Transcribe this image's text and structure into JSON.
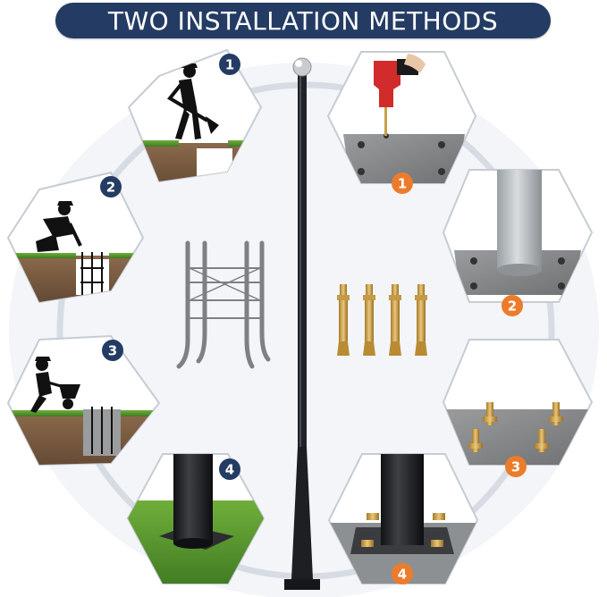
{
  "header": {
    "title": "TWO INSTALLATION METHODS"
  },
  "colors": {
    "navy": "#243c63",
    "orange": "#ec7c2b",
    "ring": "#d7dce4",
    "pole": "#202328"
  },
  "method_buried": {
    "steps": [
      {
        "number": "1",
        "icon": "digging-worker-icon"
      },
      {
        "number": "2",
        "icon": "rebar-placement-icon"
      },
      {
        "number": "3",
        "icon": "concrete-wheelbarrow-icon"
      },
      {
        "number": "4",
        "icon": "pole-on-base-grass-icon"
      }
    ]
  },
  "method_bolted": {
    "steps": [
      {
        "number": "1",
        "icon": "drill-plate-icon"
      },
      {
        "number": "2",
        "icon": "pole-base-plate-icon"
      },
      {
        "number": "3",
        "icon": "anchor-bolts-plate-icon"
      },
      {
        "number": "4",
        "icon": "bolted-pole-base-icon"
      }
    ]
  }
}
